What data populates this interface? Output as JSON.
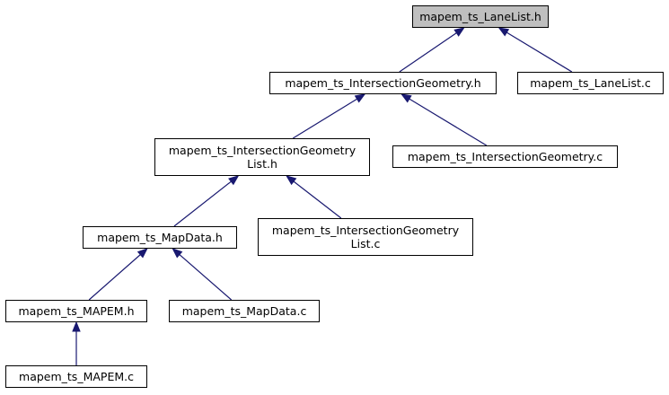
{
  "diagram": {
    "edge_color": "#191970",
    "highlight_color": "#bfbfbf",
    "nodes": [
      {
        "id": "lanelist_h",
        "label": "mapem_ts_LaneList.h",
        "highlighted": true
      },
      {
        "id": "ig_h",
        "label": "mapem_ts_IntersectionGeometry.h"
      },
      {
        "id": "lanelist_c",
        "label": "mapem_ts_LaneList.c"
      },
      {
        "id": "igl_h",
        "label": "mapem_ts_IntersectionGeometry\nList.h"
      },
      {
        "id": "ig_c",
        "label": "mapem_ts_IntersectionGeometry.c"
      },
      {
        "id": "mapdata_h",
        "label": "mapem_ts_MapData.h"
      },
      {
        "id": "igl_c",
        "label": "mapem_ts_IntersectionGeometry\nList.c"
      },
      {
        "id": "mapem_h",
        "label": "mapem_ts_MAPEM.h"
      },
      {
        "id": "mapdata_c",
        "label": "mapem_ts_MapData.c"
      },
      {
        "id": "mapem_c",
        "label": "mapem_ts_MAPEM.c"
      }
    ],
    "edges": [
      {
        "from": "ig_h",
        "to": "lanelist_h"
      },
      {
        "from": "lanelist_c",
        "to": "lanelist_h"
      },
      {
        "from": "igl_h",
        "to": "ig_h"
      },
      {
        "from": "ig_c",
        "to": "ig_h"
      },
      {
        "from": "mapdata_h",
        "to": "igl_h"
      },
      {
        "from": "igl_c",
        "to": "igl_h"
      },
      {
        "from": "mapem_h",
        "to": "mapdata_h"
      },
      {
        "from": "mapdata_c",
        "to": "mapdata_h"
      },
      {
        "from": "mapem_c",
        "to": "mapem_h"
      }
    ]
  }
}
